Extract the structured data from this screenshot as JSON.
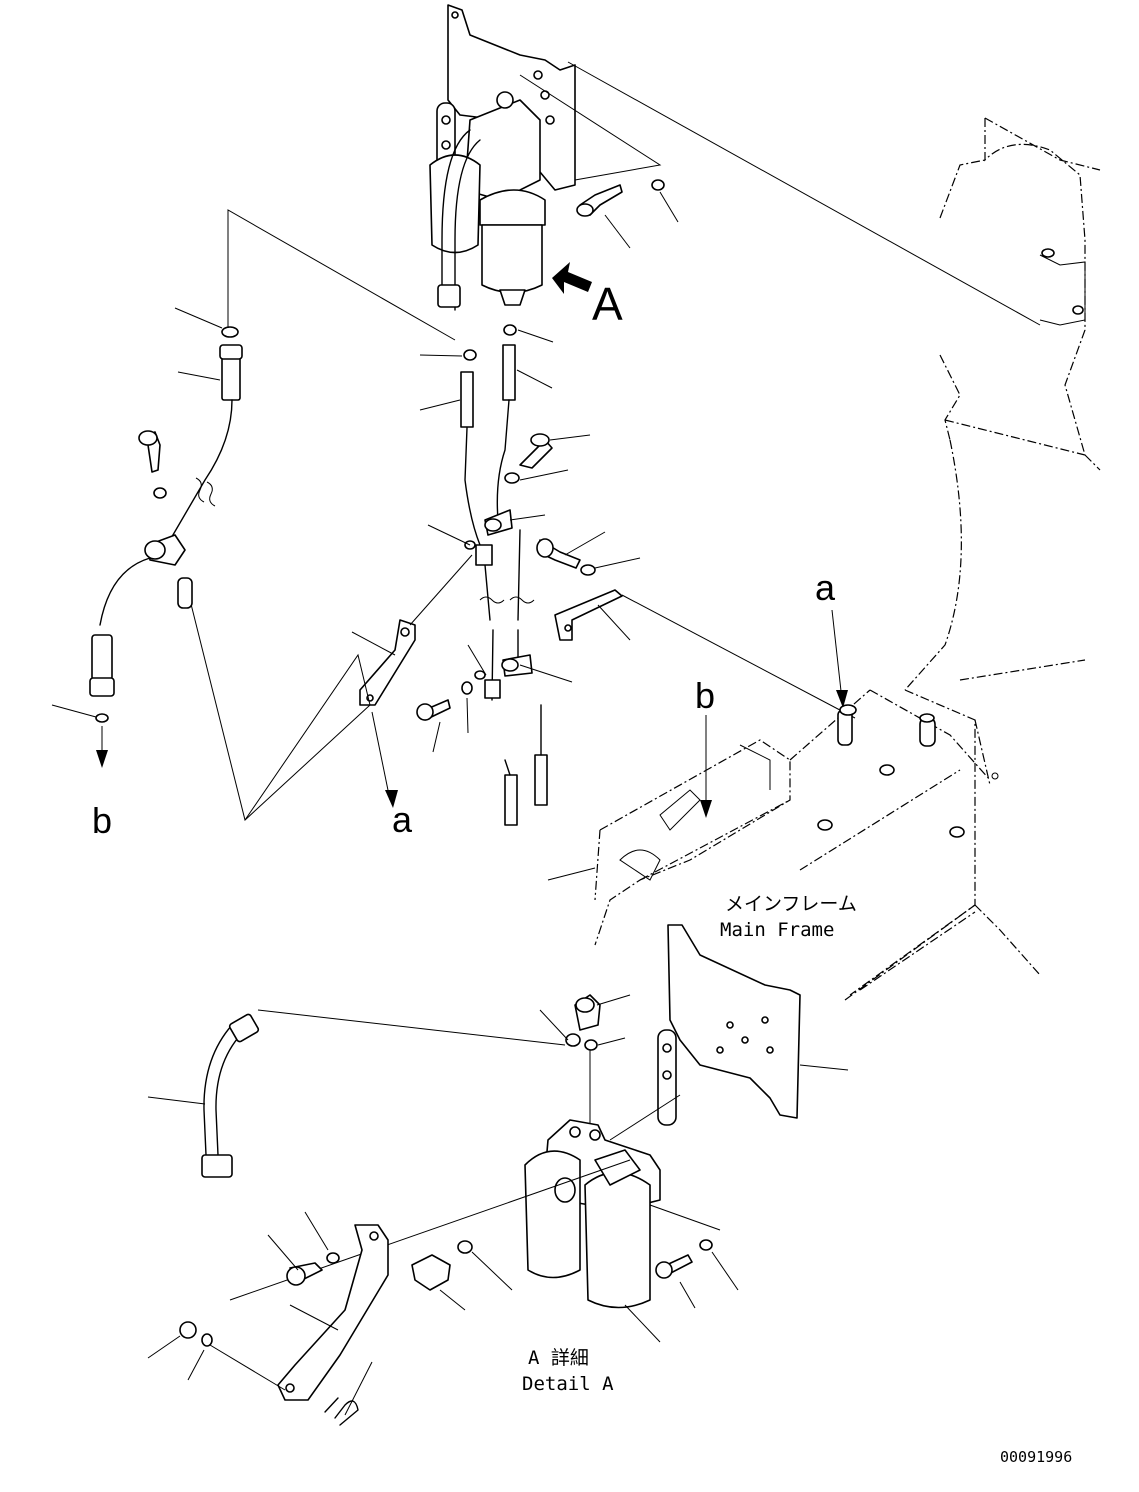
{
  "labels": {
    "view_a": "A",
    "ref_a_top": "a",
    "ref_a_bottom": "a",
    "ref_b_left": "b",
    "ref_b_right": "b",
    "main_frame_jp": "メインフレーム",
    "main_frame_en": "Main Frame",
    "detail_jp": "A 詳細",
    "detail_en": "Detail A",
    "drawing_number": "00091996"
  }
}
